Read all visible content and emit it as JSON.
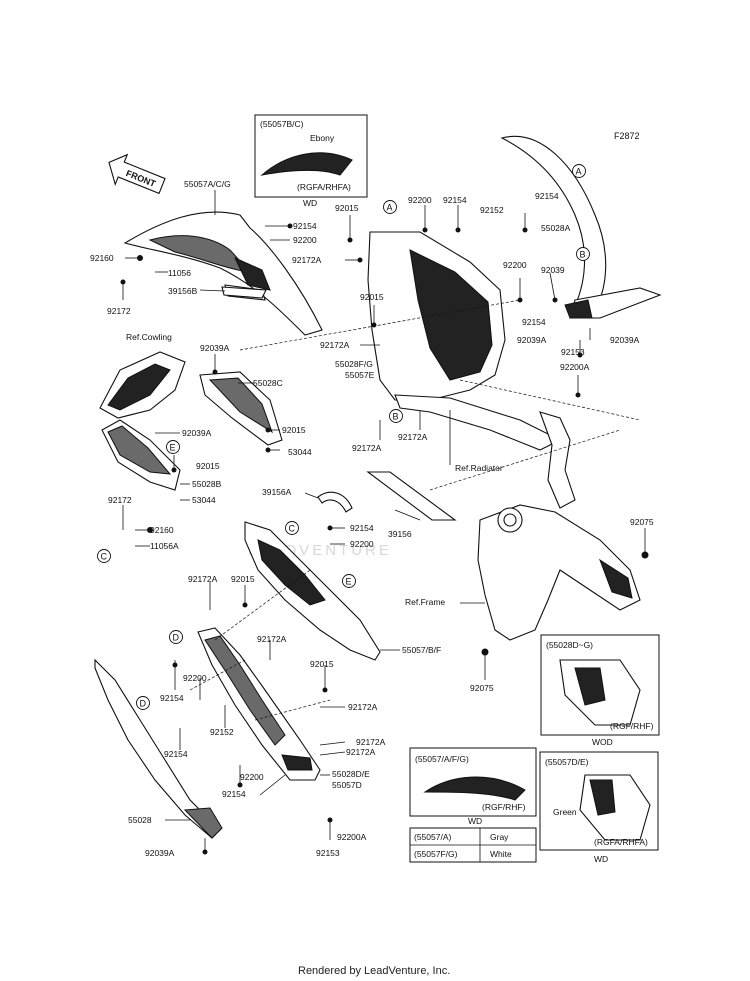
{
  "diagram_code": "F2872",
  "front_label": "FRONT",
  "watermark": "LEADVENTURE",
  "footer": "Rendered by LeadVenture, Inc.",
  "callout_letters": [
    "A",
    "B",
    "C",
    "D",
    "E"
  ],
  "part_labels": [
    "55057A/C/G",
    "92160",
    "11056",
    "92172",
    "39156B",
    "92154",
    "92200",
    "92015",
    "92172A",
    "92200",
    "92154",
    "92152",
    "92154",
    "55028A",
    "92039",
    "92200",
    "92154",
    "92039A",
    "92153",
    "92039A",
    "92200A",
    "92015",
    "92172A",
    "55028F/G",
    "55057E",
    "92172A",
    "92172A",
    "Ref.Radiator",
    "Ref.Cowling",
    "92039A",
    "55028C",
    "92039A",
    "92015",
    "53044",
    "92015",
    "55028B",
    "53044",
    "92172",
    "92160",
    "11056A",
    "39156A",
    "92154",
    "92200",
    "39156",
    "92075",
    "92172A",
    "92015",
    "Ref.Frame",
    "92172A",
    "92015",
    "55057/B/F",
    "92200",
    "92154",
    "92152",
    "92154",
    "92172A",
    "92200",
    "92154",
    "92172A",
    "92172A",
    "55028D/E",
    "55057D",
    "55028",
    "92039A",
    "92200A",
    "92153",
    "92075"
  ],
  "insets": {
    "ebony": {
      "code": "(55057B/C)",
      "color": "Ebony",
      "spec": "(RGFA/RHFA)",
      "trim": "WD"
    },
    "d_g": {
      "code": "(55028D~G)",
      "spec": "(RGF/RHF)",
      "trim": "WOD"
    },
    "afg": {
      "code": "(55057/A/F/G)",
      "spec": "(RGF/RHF)",
      "trim": "WD"
    },
    "de": {
      "code": "(55057D/E)",
      "color": "Green",
      "spec": "(RGFA/RHFA)",
      "trim": "WD"
    }
  },
  "color_table": [
    {
      "code": "(55057/A)",
      "color": "Gray"
    },
    {
      "code": "(55057F/G)",
      "color": "White"
    }
  ]
}
